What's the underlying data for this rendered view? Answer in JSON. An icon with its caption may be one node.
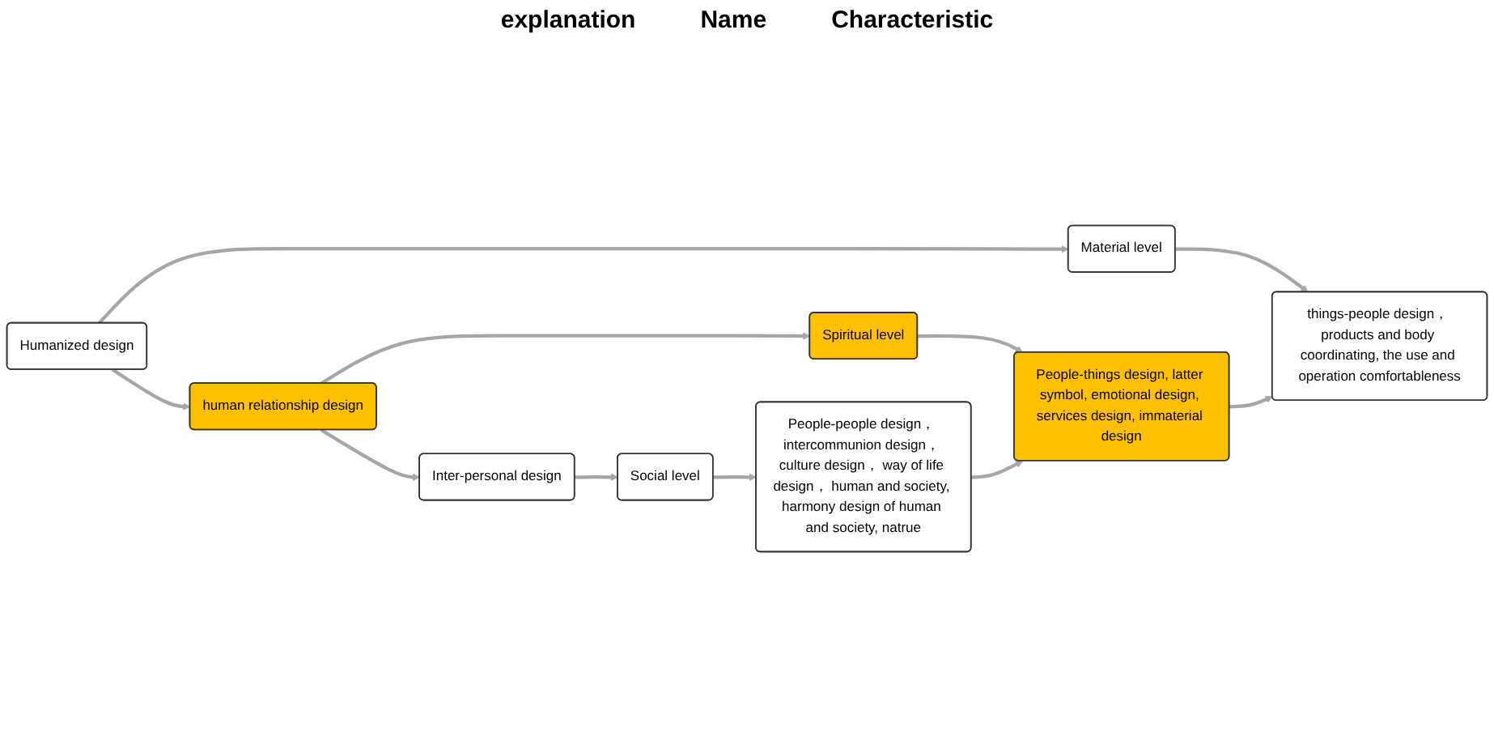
{
  "diagram": {
    "nodes": [
      {
        "text": [
          "Inter-personal design"
        ]
      },
      {
        "text": [
          "Social level"
        ]
      },
      {
        "text": [
          "People-people design， intercommunion design， culture design， way of life design， human and society, harmony design of human and society, natrue"
        ]
      },
      {
        "text": [
          "human relationship design"
        ]
      },
      {
        "text": [
          "Spiritual level"
        ]
      },
      {
        "text": [
          "People-things design, latter symbol, emotional design, services design, immaterial design"
        ]
      },
      {
        "text": [
          "Humanized design"
        ]
      },
      {
        "text": [
          "Material level"
        ]
      },
      {
        "text": [
          "things-people design， products and body coordinating, the use and operation comfortableness"
        ]
      }
    ],
    "edges": [
      {
        "from": 0,
        "to": 1,
        "arrow": "to"
      },
      {
        "from": 1,
        "to": 2,
        "arrow": "to"
      },
      {
        "from": 3,
        "to": 4,
        "arrow": "to"
      },
      {
        "from": 4,
        "to": 5,
        "arrow": "to"
      },
      {
        "from": 6,
        "to": 7,
        "arrow": "to"
      },
      {
        "from": 7,
        "to": 8,
        "arrow": "to"
      },
      {
        "from": 3,
        "to": 0,
        "arrow": "to"
      },
      {
        "from": 6,
        "to": 3,
        "arrow": "to"
      },
      {
        "from": 2,
        "to": 5,
        "arrow": "to"
      },
      {
        "from": 5,
        "to": 8,
        "arrow": "to"
      }
    ],
    "labels": [
      "explanation",
      "Name",
      "Characteristic"
    ]
  }
}
